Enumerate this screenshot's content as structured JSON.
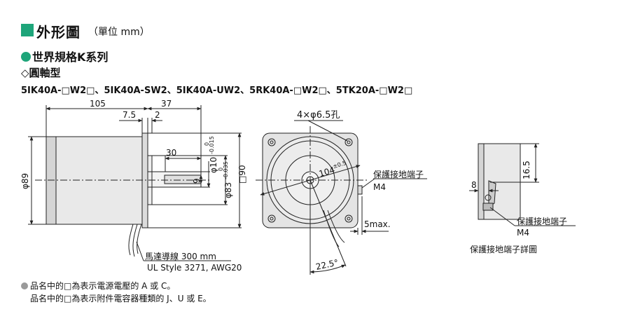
{
  "header": {
    "title": "外形圖",
    "unit": "（單位 mm）"
  },
  "section": {
    "series": "世界規格K系列",
    "shaft_type": "◇圓軸型",
    "models": "5IK40A-□W2□、5IK40A-SW2、5IK40A-UW2、5RK40A-□W2□、5TK20A-□W2□"
  },
  "dims": {
    "d105": "105",
    "d37": "37",
    "d7_5": "7.5",
    "d2": "2",
    "d30": "30",
    "d9": "9",
    "d89": "φ89",
    "d10": "φ10",
    "d10_tol_upper": "0",
    "d10_tol_lower": "-0.015",
    "d83": "φ83",
    "d83_tol_upper": "0",
    "d83_tol_lower": "-0.035",
    "d90": "□90",
    "holes": "4×φ6.5孔",
    "pcd": "104",
    "pcd_tol": "±0.5",
    "d5max": "5max.",
    "angle": "22.5°",
    "d16_5": "16.5",
    "d8": "8"
  },
  "labels": {
    "ground_terminal": "保護接地端子",
    "m4": "M4",
    "lead_wire": "馬達導線 300 mm",
    "lead_spec": "UL Style 3271, AWG20",
    "ground_terminal_2": "保護接地端子",
    "m4_2": "M4",
    "detail_caption": "保護接地端子詳圖"
  },
  "notes": {
    "note1": "品名中的□為表示電源電壓的 A 或 C。",
    "note2": "品名中的□為表示附件電容器種類的 J、U 或 E。"
  },
  "colors": {
    "accent": "#1ea57a",
    "body_fill": "#e9e9e9",
    "flange_fill": "#dcdcdc",
    "note_dot": "#9a9a9a"
  }
}
